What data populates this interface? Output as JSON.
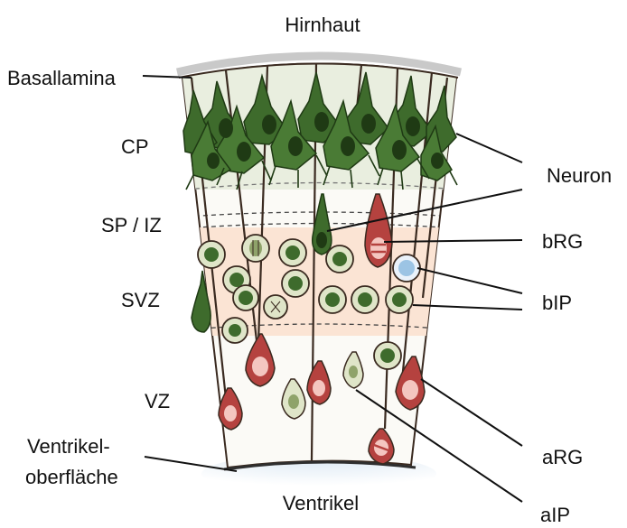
{
  "labels": {
    "meninges": "Hirnhaut",
    "basal_lamina": "Basallamina",
    "cp": "CP",
    "sp_iz": "SP / IZ",
    "svz": "SVZ",
    "vz": "VZ",
    "ventricle_surface_line1": "Ventrikel-",
    "ventricle_surface_line2": "oberfläche",
    "ventricle": "Ventrikel",
    "neuron": "Neuron",
    "brg": "bRG",
    "bip": "bIP",
    "arg": "aRG",
    "aip": "aIP"
  },
  "colors": {
    "neuron_green": "#3e6b2c",
    "neuron_dark": "#1f3a14",
    "radial_glia_red": "#b5423f",
    "radial_glia_pink": "#f4c6c0",
    "intermediate_green": "#8fa36a",
    "bip_blue": "#9cc4e4",
    "svz_band": "#fbe4d4",
    "cp_band": "#e9eedf",
    "outline": "#2b1b14"
  }
}
